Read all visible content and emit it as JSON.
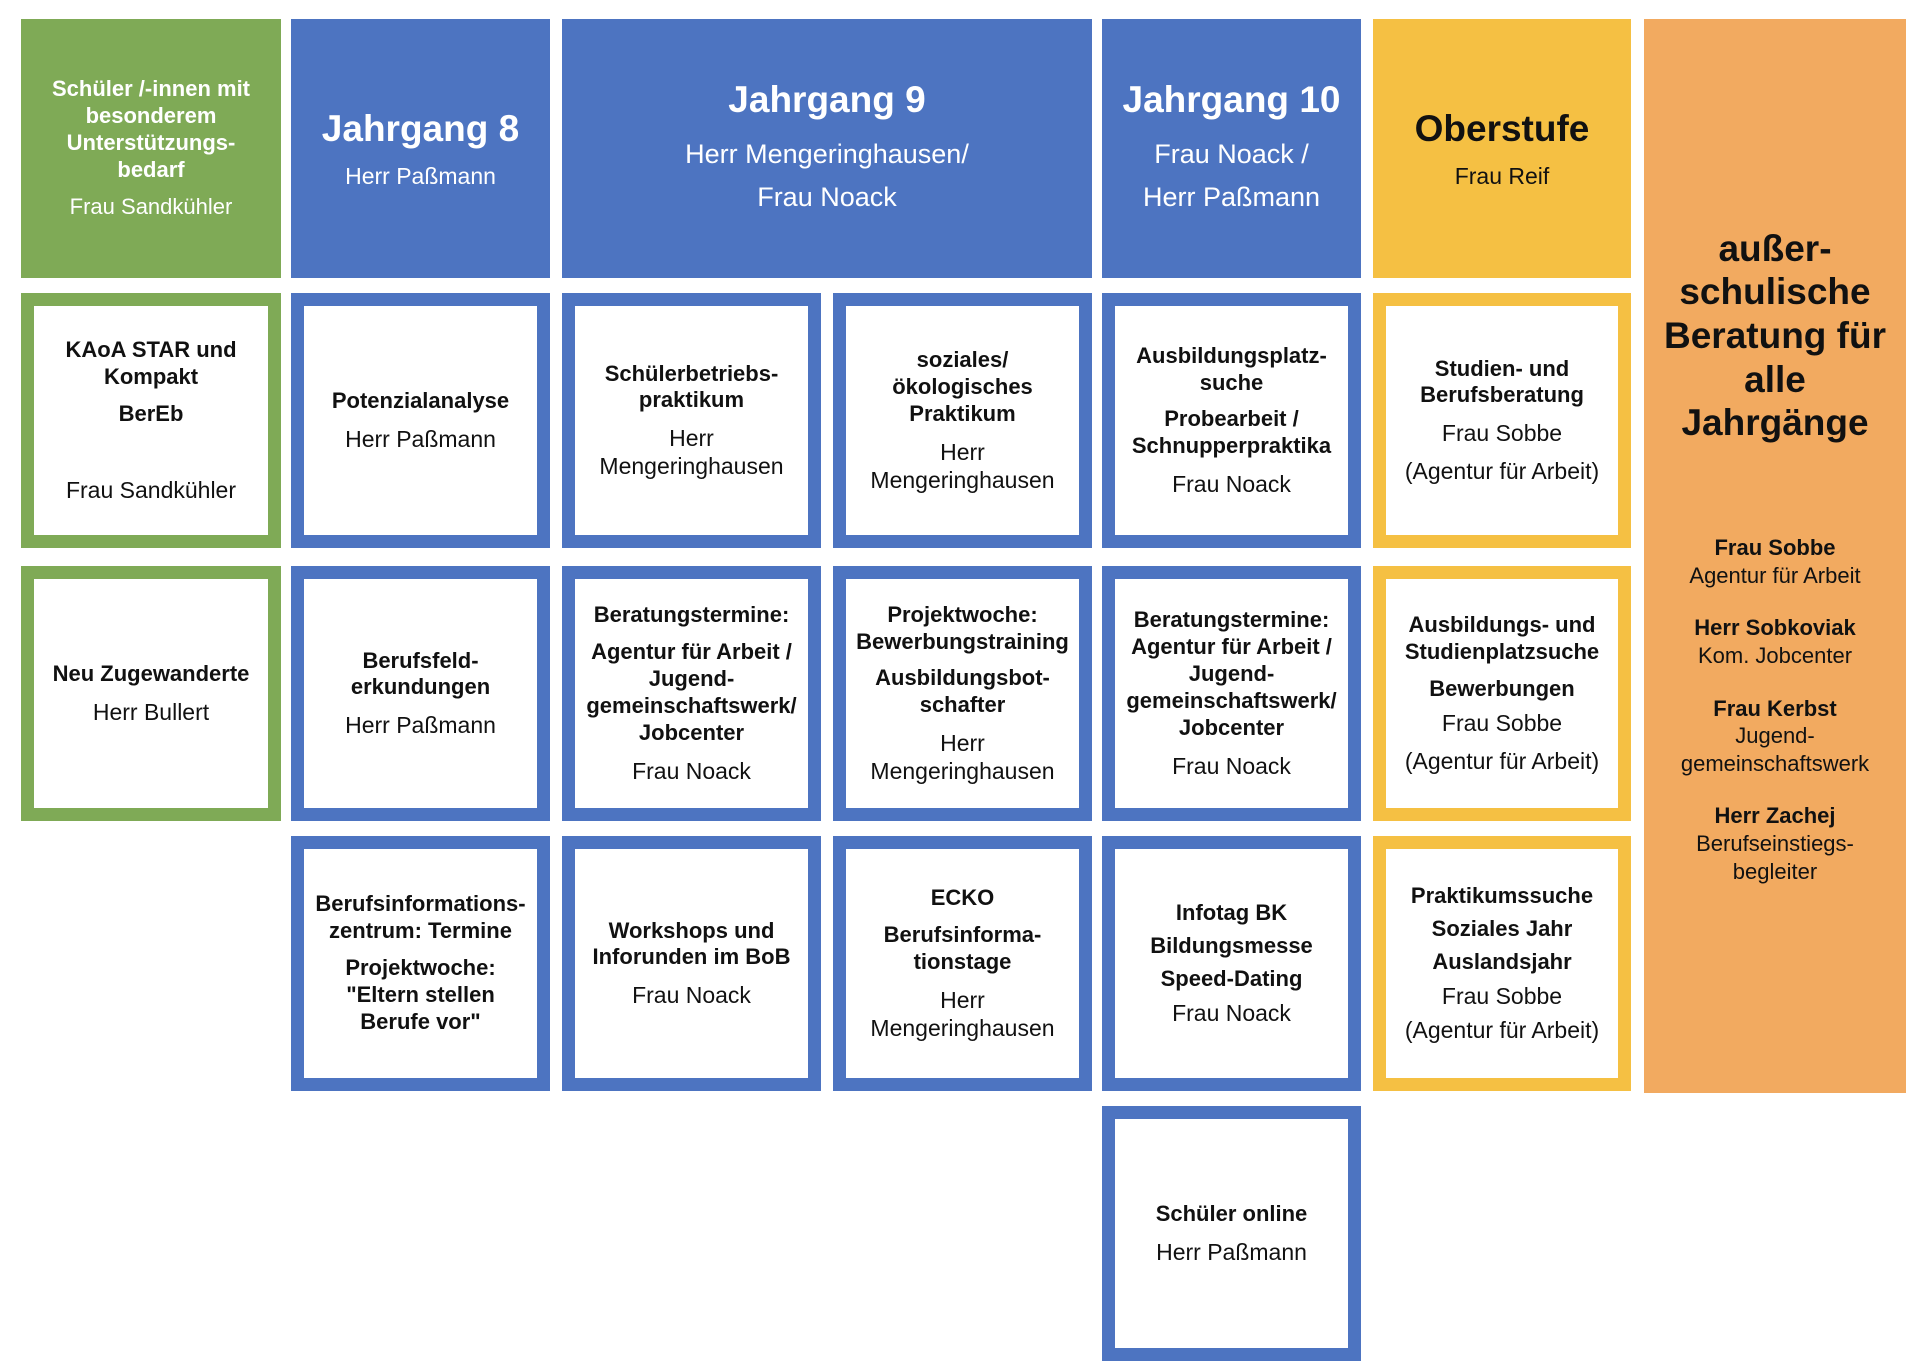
{
  "headers": {
    "support": {
      "title": "Schüler /-innen mit\nbesonderem\nUnterstützungs-\nbedarf",
      "person": "Frau Sandkühler"
    },
    "j8": {
      "title": "Jahrgang 8",
      "person": "Herr Paßmann"
    },
    "j9": {
      "title": "Jahrgang 9",
      "person": "Herr Mengeringhausen/\nFrau Noack"
    },
    "j10": {
      "title": "Jahrgang 10",
      "person": "Frau Noack /\nHerr Paßmann"
    },
    "oberstufe": {
      "title": "Oberstufe",
      "person": "Frau Reif"
    }
  },
  "external": {
    "title": "außer-\nschulische\nBeratung für\nalle\nJahrgänge",
    "contacts": [
      {
        "name": "Frau Sobbe",
        "role": "Agentur für Arbeit"
      },
      {
        "name": "Herr Sobkoviak",
        "role": "Kom. Jobcenter"
      },
      {
        "name": "Frau Kerbst",
        "role": "Jugend-\ngemeinschaftswerk"
      },
      {
        "name": "Herr Zachej",
        "role": "Berufseinstiegs-\nbegleiter"
      }
    ]
  },
  "support_boxes": [
    {
      "title": "KAoA STAR und\nKompakt",
      "title2": "BerEb",
      "person": "Frau Sandkühler"
    },
    {
      "title": "Neu Zugewanderte",
      "person": "Herr Bullert"
    }
  ],
  "j8_boxes": [
    {
      "title": "Potenzialanalyse",
      "person": "Herr Paßmann"
    },
    {
      "title": "Berufsfeld-\nerkundungen",
      "person": "Herr Paßmann"
    },
    {
      "title": "Berufsinformations-\nzentrum: Termine",
      "title2": "Projektwoche:\n\"Eltern stellen\nBerufe vor\""
    }
  ],
  "j9a_boxes": [
    {
      "title": "Schülerbetriebs-\npraktikum",
      "person": "Herr\nMengeringhausen"
    },
    {
      "title": "Beratungstermine:",
      "title2": "Agentur für Arbeit /\nJugend-\ngemeinschaftswerk/\nJobcenter",
      "person": "Frau Noack"
    },
    {
      "title": "Workshops und\nInforunden im BoB",
      "person": "Frau Noack"
    }
  ],
  "j9b_boxes": [
    {
      "title": "soziales/\nökologisches\nPraktikum",
      "person": "Herr\nMengeringhausen"
    },
    {
      "title": "Projektwoche:\nBewerbungstraining",
      "title2": "Ausbildungsbot-\nschafter",
      "person": "Herr\nMengeringhausen"
    },
    {
      "title": "ECKO",
      "title2": "Berufsinforma-\ntionstage",
      "person": "Herr\nMengeringhausen"
    }
  ],
  "j10_boxes": [
    {
      "title": "Ausbildungsplatz-\nsuche",
      "title2": "Probearbeit /\nSchnupperpraktika",
      "person": "Frau Noack"
    },
    {
      "title": "Beratungstermine:\nAgentur für Arbeit /\nJugend-\ngemeinschaftswerk/\nJobcenter",
      "person": "Frau Noack"
    },
    {
      "title": "Infotag BK",
      "title2": "Bildungsmesse",
      "title3": "Speed-Dating",
      "person": "Frau Noack"
    },
    {
      "title": "Schüler online",
      "person": "Herr Paßmann"
    }
  ],
  "os_boxes": [
    {
      "title": "Studien- und\nBerufsberatung",
      "person": "Frau Sobbe",
      "person2": "(Agentur für Arbeit)"
    },
    {
      "title": "Ausbildungs- und\nStudienplatzsuche",
      "title2": "Bewerbungen",
      "person": "Frau Sobbe",
      "person2": "(Agentur für Arbeit)"
    },
    {
      "title": "Praktikumssuche",
      "title2": "Soziales Jahr",
      "title3": "Auslandsjahr",
      "person": "Frau Sobbe",
      "person2": "(Agentur für Arbeit)"
    }
  ],
  "colors": {
    "green": "#7faa56",
    "blue": "#4d74c1",
    "yellow": "#f5c043",
    "orange": "#f2aa60"
  }
}
